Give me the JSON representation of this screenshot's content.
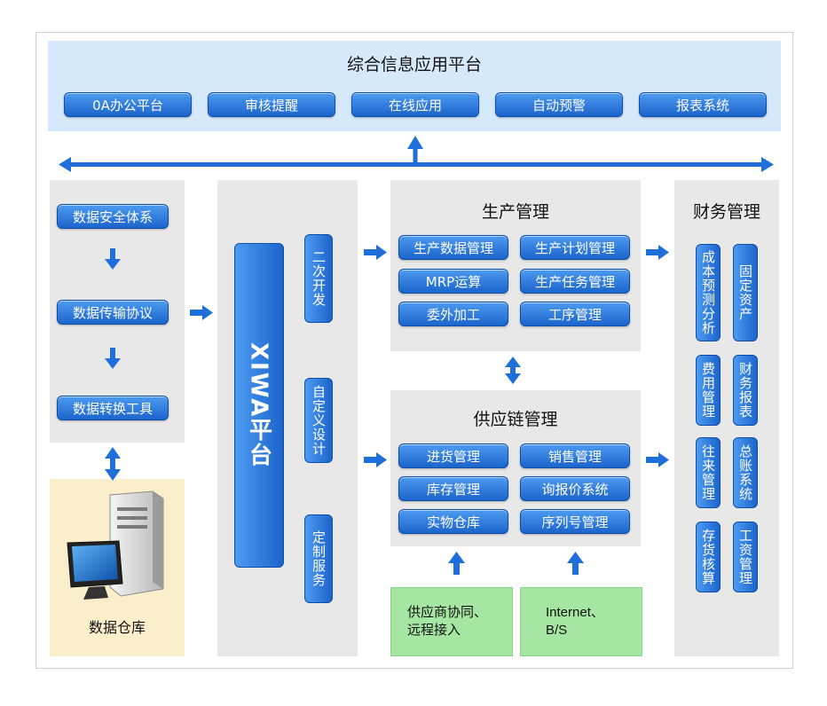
{
  "top": {
    "title": "综合信息应用平台",
    "buttons": [
      "0A办公平台",
      "审核提醒",
      "在线应用",
      "自动预警",
      "报表系统"
    ]
  },
  "left": {
    "items": [
      "数据安全体系",
      "数据传输协议",
      "数据转换工具"
    ],
    "warehouse_label": "数据仓库"
  },
  "xiwa": {
    "platform_label": "XIWA平台",
    "side_items": [
      "二次开发",
      "自定义设计",
      "定制服务"
    ]
  },
  "production": {
    "title": "生产管理",
    "items": [
      "生产数据管理",
      "生产计划管理",
      "MRP运算",
      "生产任务管理",
      "委外加工",
      "工序管理"
    ]
  },
  "supply": {
    "title": "供应链管理",
    "items": [
      "进货管理",
      "销售管理",
      "库存管理",
      "询报价系统",
      "实物仓库",
      "序列号管理"
    ]
  },
  "inputs": {
    "supplier": "供应商协同、远程接入",
    "internet": "Internet、B/S"
  },
  "finance": {
    "title": "财务管理",
    "items": [
      "成本预测分析",
      "固定资产",
      "费用管理",
      "财务报表",
      "往来管理",
      "总账系统",
      "存货核算",
      "工资管理"
    ]
  },
  "colors": {
    "accent": "#1e6fd9",
    "top_bg": "#d6e9fb",
    "panel_bg": "#e8e8e8",
    "warehouse_bg": "#fbeecb",
    "green_bg": "#a6e6a3"
  }
}
